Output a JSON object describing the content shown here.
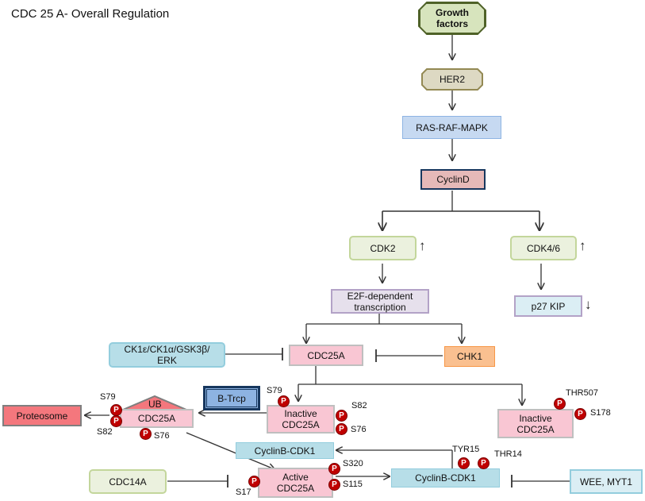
{
  "title": "CDC 25 A- Overall Regulation",
  "nodes": {
    "growth": "Growth factors",
    "her2": "HER2",
    "ras": "RAS-RAF-MAPK",
    "cyclind": "CyclinD",
    "cdk2": "CDK2",
    "cdk46": "CDK4/6",
    "e2f": "E2F-dependent transcription",
    "p27": "p27 KIP",
    "ck1": "CK1ε/CK1α/GSK3β/ ERK",
    "cdc25a": "CDC25A",
    "chk1": "CHK1",
    "btrcp": "B-Trcp",
    "proteosome": "Proteosome",
    "ub": "UB",
    "ub_cdc25a": "CDC25A",
    "inactive_mid": "Inactive CDC25A",
    "inactive_right": "Inactive CDC25A",
    "cyclinb_top": "CyclinB-CDK1",
    "cyclinb_main": "CyclinB-CDK1",
    "cdc14a": "CDC14A",
    "active": "Active CDC25A",
    "wee": "WEE, MYT1"
  },
  "phospho_label": "P",
  "sites": {
    "s79_left": "S79",
    "s82_left": "S82",
    "s76_left": "S76",
    "s79_mid": "S79",
    "s82_mid": "S82",
    "s76_mid": "S76",
    "thr507": "THR507",
    "s178": "S178",
    "tyr15": "TYR15",
    "thr14": "THR14",
    "s320": "S320",
    "s115": "S115",
    "s17": "S17"
  },
  "arrows": {
    "up": "↑",
    "down": "↓"
  },
  "colors": {
    "green_fill": "#d7e4bd",
    "green_border": "#9bbb59",
    "blue_fill": "#c6d9f1",
    "pink_fill": "#f9c6d3",
    "orange_fill": "#fac090",
    "lavender_fill": "#e6e0ec",
    "proteosome_fill": "#f4777d",
    "phospho": "#c00000"
  }
}
